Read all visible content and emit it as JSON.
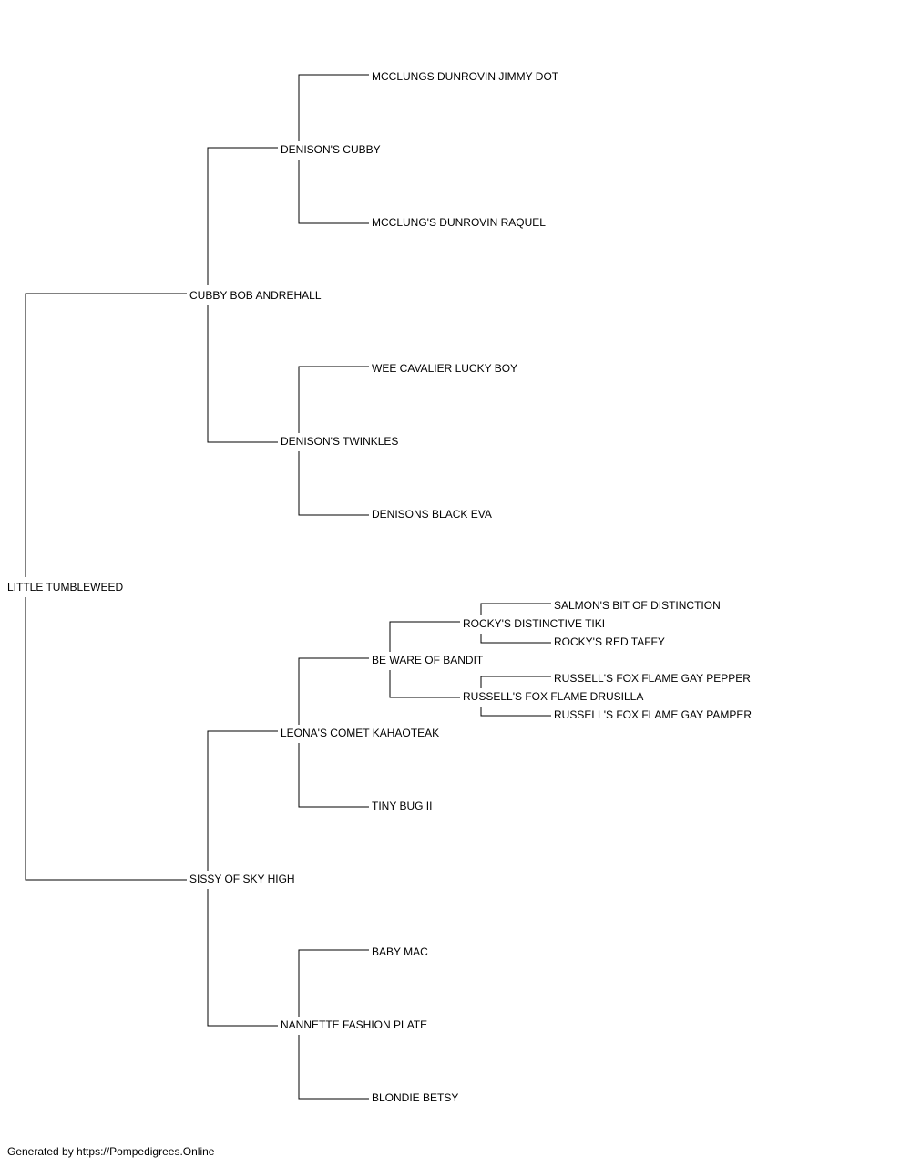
{
  "pedigree": {
    "subject": "LITTLE TUMBLEWEED",
    "sire": "CUBBY BOB ANDREHALL",
    "dam": "SISSY OF SKY HIGH",
    "sire_sire": "DENISON'S CUBBY",
    "sire_dam": "DENISON'S TWINKLES",
    "dam_sire": "LEONA'S COMET KAHAOTEAK",
    "dam_dam": "NANNETTE FASHION PLATE",
    "sire_sire_sire": "MCCLUNGS DUNROVIN JIMMY DOT",
    "sire_sire_dam": "MCCLUNG'S DUNROVIN RAQUEL",
    "sire_dam_sire": "WEE CAVALIER LUCKY BOY",
    "sire_dam_dam": "DENISONS BLACK EVA",
    "dam_sire_sire": "BE WARE OF BANDIT",
    "dam_sire_dam": "TINY BUG II",
    "dam_dam_sire": "BABY MAC",
    "dam_dam_dam": "BLONDIE BETSY",
    "dam_sire_sire_sire": "ROCKY'S DISTINCTIVE TIKI",
    "dam_sire_sire_dam": "RUSSELL'S FOX FLAME DRUSILLA",
    "dam_sire_sire_sire_sire": "SALMON'S BIT OF DISTINCTION",
    "dam_sire_sire_sire_dam": "ROCKY'S RED TAFFY",
    "dam_sire_sire_dam_sire": "RUSSELL'S FOX FLAME GAY PEPPER",
    "dam_sire_sire_dam_dam": "RUSSELL'S FOX FLAME GAY PAMPER"
  },
  "footer": "Generated by https://Pompedigrees.Online"
}
